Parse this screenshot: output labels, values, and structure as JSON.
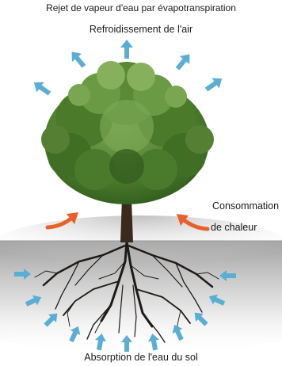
{
  "labels": {
    "evapotranspiration": "Rejet de vapeur d'eau par évapotranspiration",
    "cooling": "Refroidissement de l'air",
    "heat_line1": "Consommation",
    "heat_line2": "de chaleur",
    "soil_water": "Absorption de l'eau du sol"
  },
  "colors": {
    "vapour_arrow": "#5aaed3",
    "soil_arrow": "#5aaed3",
    "heat_arrow": "#e8602c",
    "foliage": "#4f7f2e",
    "trunk": "#3b2a1c",
    "roots": "#1e1a16",
    "soil": "#c8c8c8"
  }
}
